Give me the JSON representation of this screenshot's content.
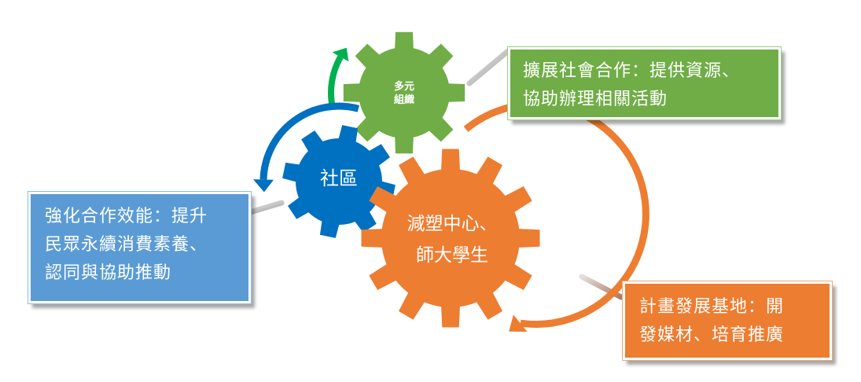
{
  "gears": {
    "green": {
      "lines": [
        "多元",
        "組織"
      ],
      "color": "#70ad47"
    },
    "blue": {
      "label": "社區",
      "color": "#0070c0"
    },
    "orange": {
      "lines": [
        "減塑中心、",
        "師大學生"
      ],
      "color": "#ed7d31"
    }
  },
  "boxes": {
    "green": {
      "lines": [
        "擴展社會合作：提供資源、",
        "協助辦理相關活動"
      ],
      "color": "#70ad47"
    },
    "blue": {
      "lines": [
        "強化合作效能：提升",
        "民眾永續消費素養、",
        "認同與協助推動"
      ],
      "color": "#5b9bd5"
    },
    "orange": {
      "lines": [
        "計畫發展基地：開",
        "發媒材、培育推廣"
      ],
      "color": "#ed7d31"
    }
  },
  "arrows": {
    "green": "#00b050",
    "blue": "#0070c0",
    "orange": "#ed7d31"
  },
  "connector_color": "#c9c9c9"
}
